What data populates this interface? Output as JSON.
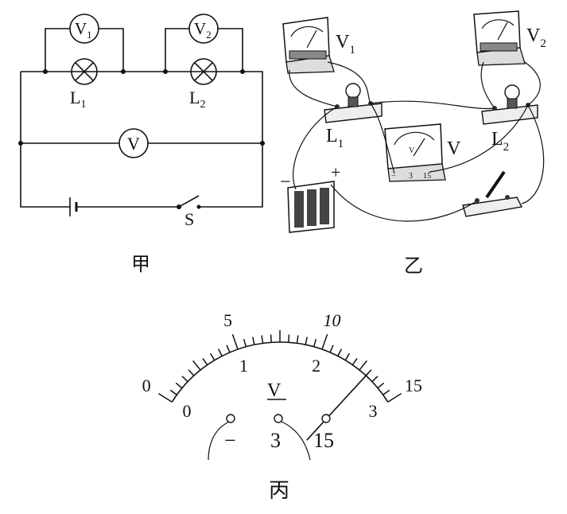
{
  "panel_labels": {
    "jia": "甲",
    "yi": "乙",
    "bing": "丙"
  },
  "schematic": {
    "v1_main": "V",
    "v1_sub": "1",
    "v2_main": "V",
    "v2_sub": "2",
    "v_main": "V",
    "l1_main": "L",
    "l1_sub": "1",
    "l2_main": "L",
    "l2_sub": "2",
    "switch": "S"
  },
  "wiring": {
    "v1_main": "V",
    "v1_sub": "1",
    "v2_main": "V",
    "v2_sub": "2",
    "v_label": "V",
    "l1_main": "L",
    "l1_sub": "1",
    "l2_main": "L",
    "l2_sub": "2",
    "battery_minus": "−",
    "battery_plus": "+",
    "meter_face": "V",
    "term_minus": "−",
    "term_3": "3",
    "term_15": "15"
  },
  "dial": {
    "unit": "V",
    "upper_scale": [
      "0",
      "5",
      "10",
      "15"
    ],
    "lower_scale": [
      "0",
      "1",
      "2",
      "3"
    ],
    "terminals": [
      "−",
      "3",
      "15"
    ],
    "reading_major_divisions": 2.6
  }
}
